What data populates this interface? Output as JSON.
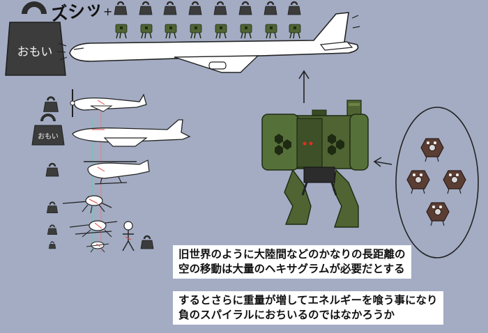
{
  "sfx": "ズシッ",
  "weight_label": "おもい",
  "captions": [
    "旧世界のように大陸間などのかなりの長距離の",
    "空の移動は大量のヘキサグラムが必要だとする",
    "するとさらに重量が増してエネルギーを喰う事になり",
    "負のスパイラルにおちいるのではなかろうか"
  ],
  "colors": {
    "background": "#a3acc3",
    "robot_green": "#4f6432",
    "hexagram_brown": "#5a3d33",
    "weight_gray": "#3c3c3c"
  }
}
